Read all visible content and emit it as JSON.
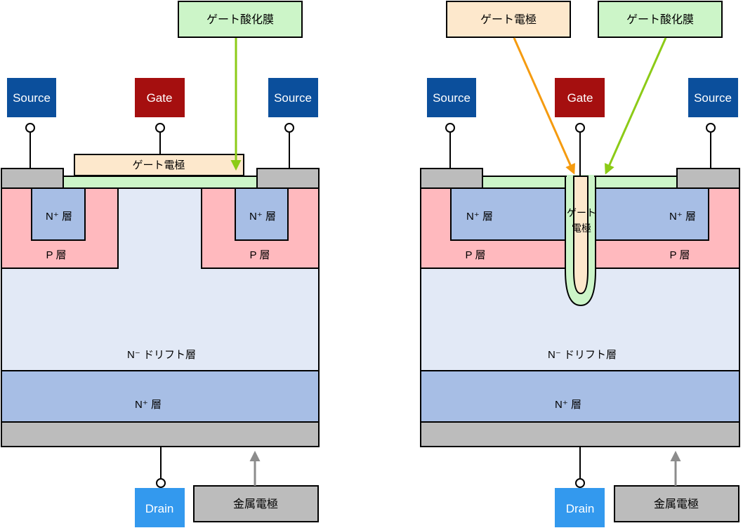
{
  "colors": {
    "source_box": "#0b4f9c",
    "gate_box": "#a50f0f",
    "drain_box": "#3399ee",
    "metal_box": "#bcbcbc",
    "oxide_fill": "#ccf5c8",
    "gate_electrode_fill": "#fde8cc",
    "p_layer": "#ffb9be",
    "n_plus_layer": "#a7bee5",
    "n_drift_layer": "#e2e9f6",
    "metal_layer": "#bcbcbc",
    "oxide_arrow": "#8ccb17",
    "gate_arrow": "#f59b10",
    "metal_arrow": "#8c8c8c"
  },
  "left": {
    "source_left": "Source",
    "gate": "Gate",
    "source_right": "Source",
    "drain": "Drain",
    "oxide_callout": "ゲート酸化膜",
    "gate_electrode": "ゲート電極",
    "n_plus_left": "N⁺ 層",
    "n_plus_right": "N⁺ 層",
    "p_left": "P 層",
    "p_right": "P 層",
    "drift": "N⁻ ドリフト層",
    "substrate": "N⁺ 層",
    "metal_callout": "金属電極"
  },
  "right": {
    "source_left": "Source",
    "gate": "Gate",
    "source_right": "Source",
    "drain": "Drain",
    "gate_callout": "ゲート電極",
    "oxide_callout": "ゲート酸化膜",
    "trench_gate_line1": "ゲート",
    "trench_gate_line2": "電極",
    "n_plus_left": "N⁺ 層",
    "n_plus_right": "N⁺ 層",
    "p_left": "P 層",
    "p_right": "P 層",
    "drift": "N⁻ ドリフト層",
    "substrate": "N⁺ 層",
    "metal_callout": "金属電極"
  }
}
